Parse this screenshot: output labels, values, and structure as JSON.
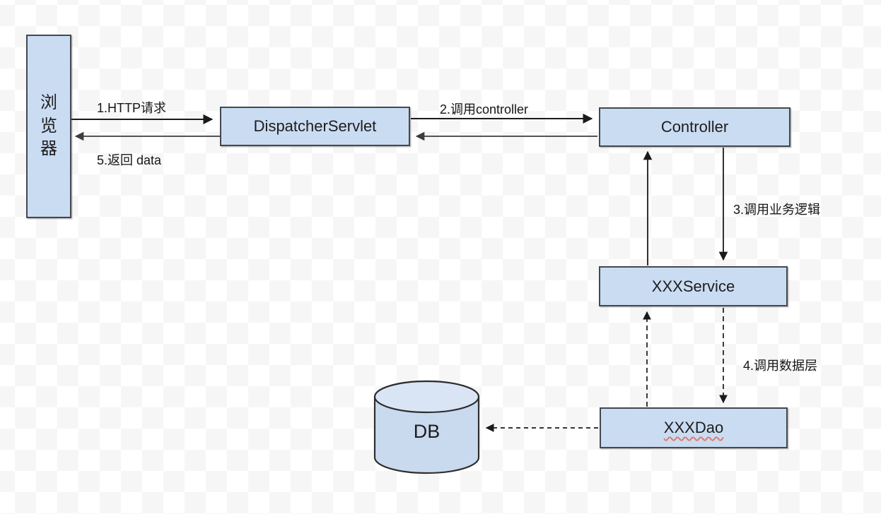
{
  "nodes": {
    "browser": {
      "label": "浏览器"
    },
    "dispatcher": {
      "label": "DispatcherServlet"
    },
    "controller": {
      "label": "Controller"
    },
    "service": {
      "label": "XXXService"
    },
    "dao": {
      "label": "XXXDao"
    },
    "db": {
      "label": "DB"
    }
  },
  "edges": {
    "e1": {
      "label": "1.HTTP请求",
      "from": "browser",
      "to": "dispatcher",
      "style": "solid"
    },
    "e2": {
      "label": "2.调用controller",
      "from": "dispatcher",
      "to": "controller",
      "style": "solid"
    },
    "e3": {
      "label": "3.调用业务逻辑",
      "from": "controller",
      "to": "service",
      "style": "solid"
    },
    "e4": {
      "label": "4.调用数据层",
      "from": "service",
      "to": "dao",
      "style": "dashed"
    },
    "e5": {
      "label": "5.返回 data",
      "from": "dispatcher",
      "to": "browser",
      "style": "solid"
    },
    "e6": {
      "label": "",
      "from": "dao",
      "to": "db",
      "style": "dashed"
    }
  },
  "colors": {
    "node_fill": "#cadcf2",
    "node_border": "#43484e",
    "cylinder_fill": "#c9daef",
    "cylinder_top_fill": "#d9e5f4",
    "arrow": "#1a1a1a",
    "return_arrow": "#4a4a4a",
    "spellcheck_wave": "#e07b6a",
    "checker_gray": "#f6f6f6"
  }
}
